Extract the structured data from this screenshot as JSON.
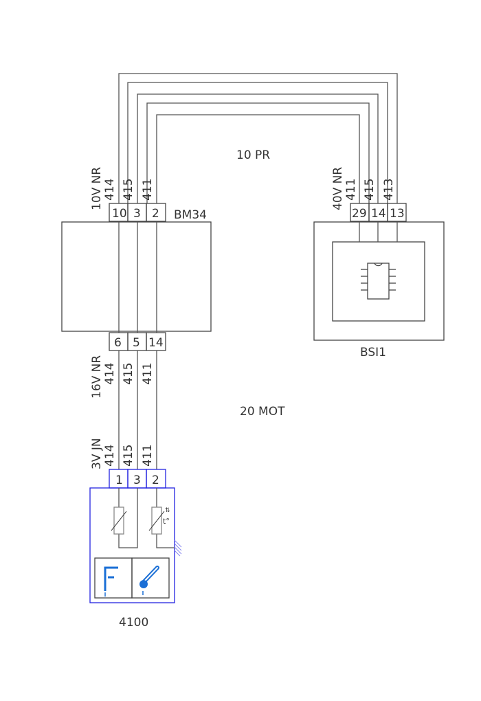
{
  "connectors": {
    "bm34": {
      "name": "BM34",
      "top_pins": [
        "10",
        "3",
        "2"
      ],
      "bottom_pins": [
        "6",
        "5",
        "14"
      ]
    },
    "bsi1": {
      "name": "BSI1",
      "pins": [
        "29",
        "14",
        "13"
      ]
    },
    "c4100": {
      "name": "4100",
      "pins": [
        "1",
        "3",
        "2"
      ]
    }
  },
  "labels": {
    "bm34_top_conn": "10V NR",
    "bm34_bottom_conn": "16V NR",
    "bsi_conn": "40V NR",
    "sensor_conn": "3V JN",
    "harness_top": "10 PR",
    "harness_bottom": "20 MOT",
    "thermistor_mark": "t°"
  },
  "wires": {
    "bm34_top": [
      "414",
      "415",
      "411"
    ],
    "bsi": [
      "411",
      "415",
      "413"
    ],
    "bm34_bottom": [
      "414",
      "415",
      "411"
    ],
    "sensor": [
      "414",
      "415",
      "411"
    ]
  },
  "colors": {
    "sensor_outline": "#2323e0",
    "icon_blue": "#1a6fd6"
  }
}
